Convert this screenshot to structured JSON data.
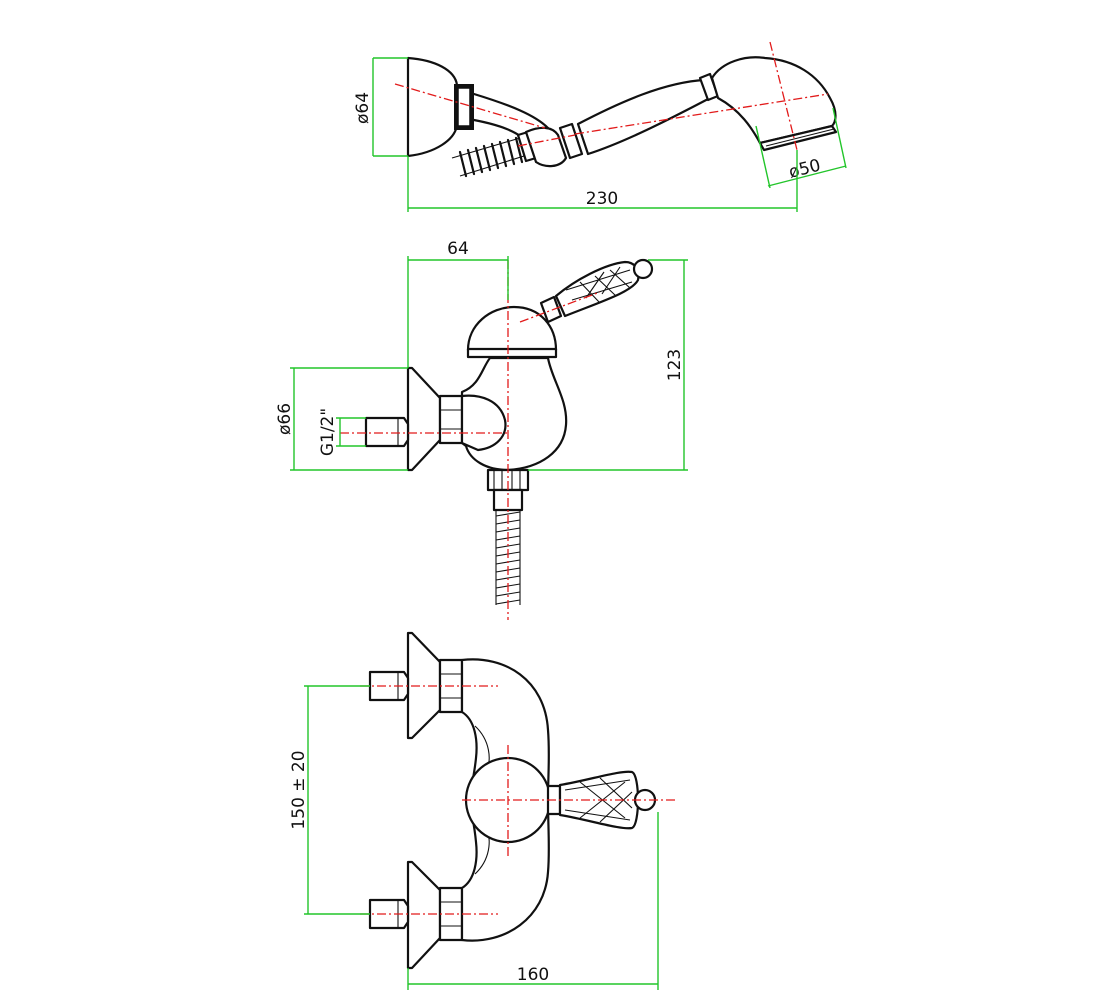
{
  "colors": {
    "object_line": "#111111",
    "dimension_line": "#22c52a",
    "center_line": "#e21b1b",
    "background": "#ffffff"
  },
  "hand_shower_view": {
    "head_diameter_label": "ø64",
    "spray_diameter_label": "ø50",
    "total_length_label": "230"
  },
  "side_view": {
    "depth_label": "64",
    "height_label": "123",
    "flange_diameter_label": "ø66",
    "thread_label": "G1/2\""
  },
  "front_view": {
    "spacing_label": "150 ± 20",
    "width_label": "160"
  }
}
